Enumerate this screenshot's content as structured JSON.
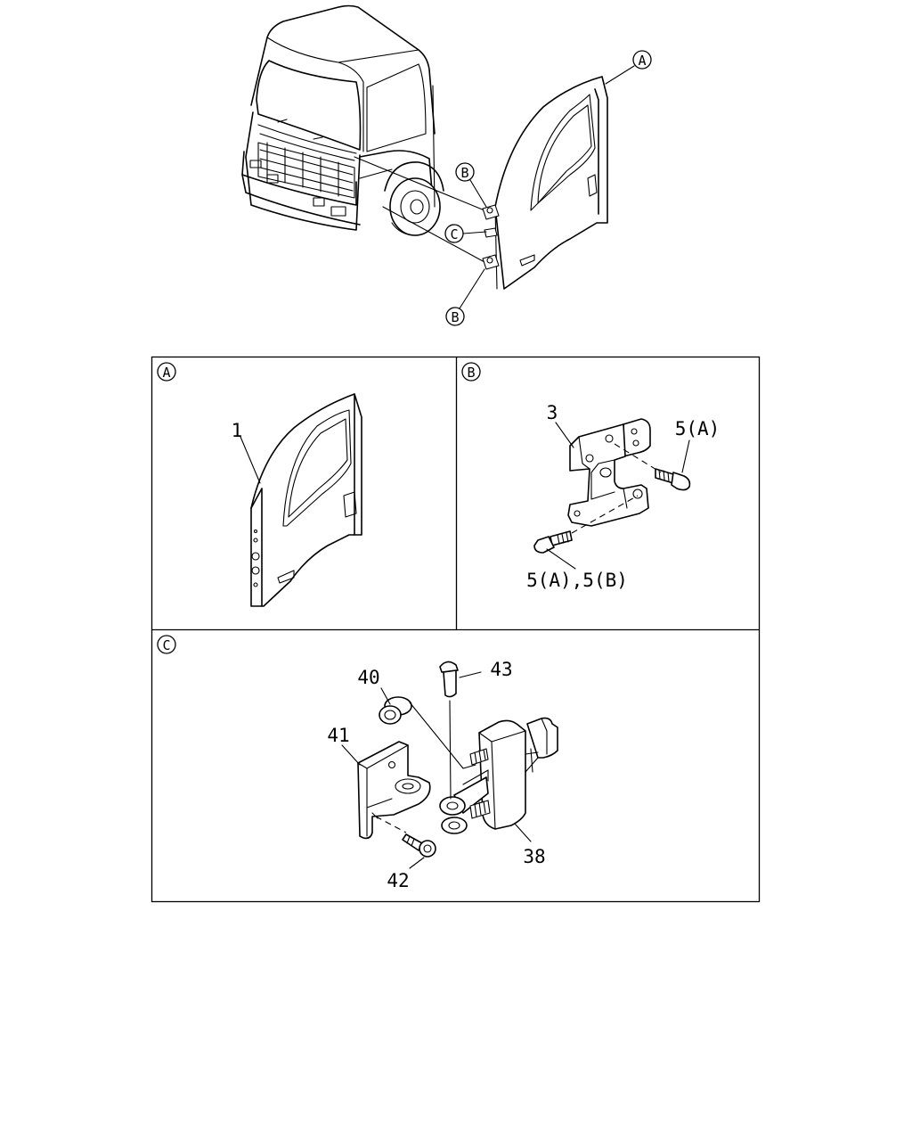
{
  "overview": {
    "callout_door": "A",
    "callout_hinge_top": "B",
    "callout_check": "C",
    "callout_hinge_bottom": "B"
  },
  "panel_a": {
    "tag": "A",
    "parts": [
      {
        "label": "1"
      }
    ]
  },
  "panel_b": {
    "tag": "B",
    "parts": [
      {
        "label": "3"
      },
      {
        "label": "5(A)"
      },
      {
        "label": "5(A),5(B)"
      }
    ]
  },
  "panel_c": {
    "tag": "C",
    "parts": [
      {
        "label": "40"
      },
      {
        "label": "43"
      },
      {
        "label": "41"
      },
      {
        "label": "38"
      },
      {
        "label": "42"
      }
    ]
  }
}
